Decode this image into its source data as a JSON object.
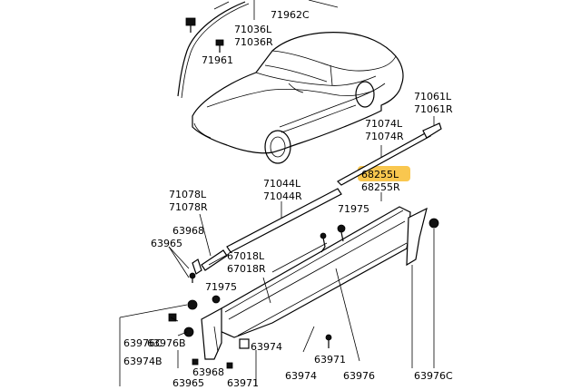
{
  "highlight_color": "#f9c74f",
  "labels": {
    "p71962C": "71962C",
    "p71036L": "71036L",
    "p71036R": "71036R",
    "p71961": "71961",
    "p71061L": "71061L",
    "p71061R": "71061R",
    "p71074L": "71074L",
    "p71074R": "71074R",
    "p68255L": "68255L",
    "p68255R": "68255R",
    "p71044L": "71044L",
    "p71044R": "71044R",
    "p71078L": "71078L",
    "p71078R": "71078R",
    "p71975a": "71975",
    "p63968a": "63968",
    "p63965a": "63965",
    "p67018L": "67018L",
    "p67018R": "67018R",
    "p71975b": "71975",
    "p63976Ca": "63976C",
    "p63976B": "63976B",
    "p63974B": "63974B",
    "p63974a": "63974",
    "p63968b": "63968",
    "p63965b": "63965",
    "p63971a": "63971",
    "p63971b": "63971",
    "p63974b": "63974",
    "p63976": "63976",
    "p63976Cb": "63976C"
  }
}
